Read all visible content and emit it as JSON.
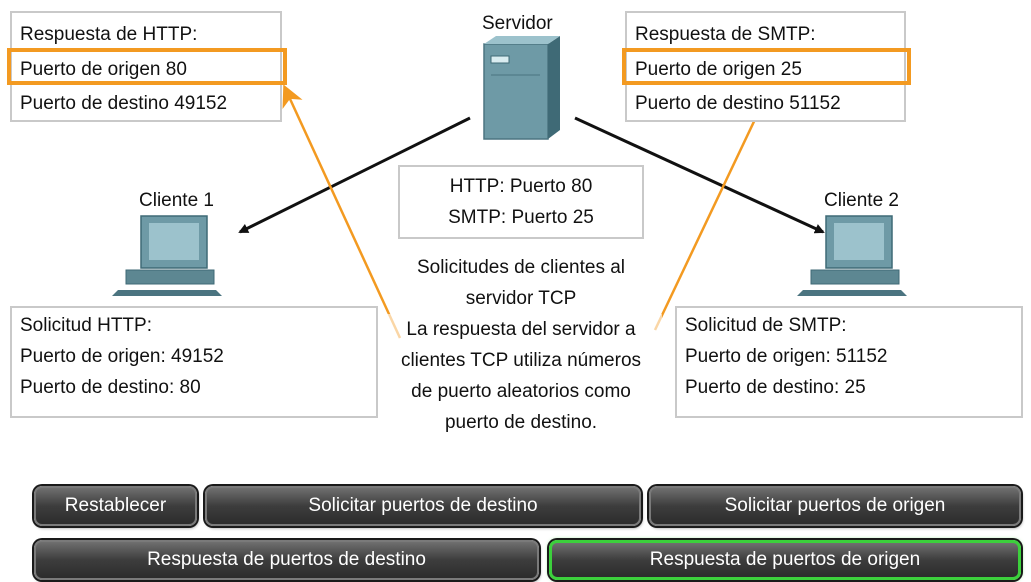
{
  "server": {
    "label": "Servidor"
  },
  "client1": {
    "label": "Cliente 1"
  },
  "client2": {
    "label": "Cliente 2"
  },
  "http_response": {
    "title": "Respuesta de HTTP:",
    "source_port": "Puerto de origen 80",
    "dest_port": "Puerto de destino 49152"
  },
  "smtp_response": {
    "title": "Respuesta de SMTP:",
    "source_port": "Puerto de origen 25",
    "dest_port": "Puerto de destino 51152"
  },
  "ports_box": {
    "http": "HTTP: Puerto 80",
    "smtp": "SMTP: Puerto 25"
  },
  "http_request": {
    "title": "Solicitud HTTP:",
    "source_port": "Puerto de origen: 49152",
    "dest_port": "Puerto de destino: 80"
  },
  "smtp_request": {
    "title": "Solicitud de SMTP:",
    "source_port": "Puerto de origen: 51152",
    "dest_port": "Puerto de destino: 25"
  },
  "caption": {
    "line1": "Solicitudes de clientes al",
    "line2": "servidor TCP",
    "line3": "La respuesta del servidor a",
    "line4": "clientes TCP utiliza números",
    "line5": "de puerto aleatorios como",
    "line6": "puerto de destino."
  },
  "buttons": {
    "reset": "Restablecer",
    "request_dest": "Solicitar puertos de destino",
    "request_src": "Solicitar puertos de origen",
    "response_dest": "Respuesta de puertos de destino",
    "response_src": "Respuesta de puertos de origen"
  },
  "colors": {
    "highlight": "#f39a21",
    "arrow_black": "#111111",
    "active_button": "#3cd03c"
  }
}
